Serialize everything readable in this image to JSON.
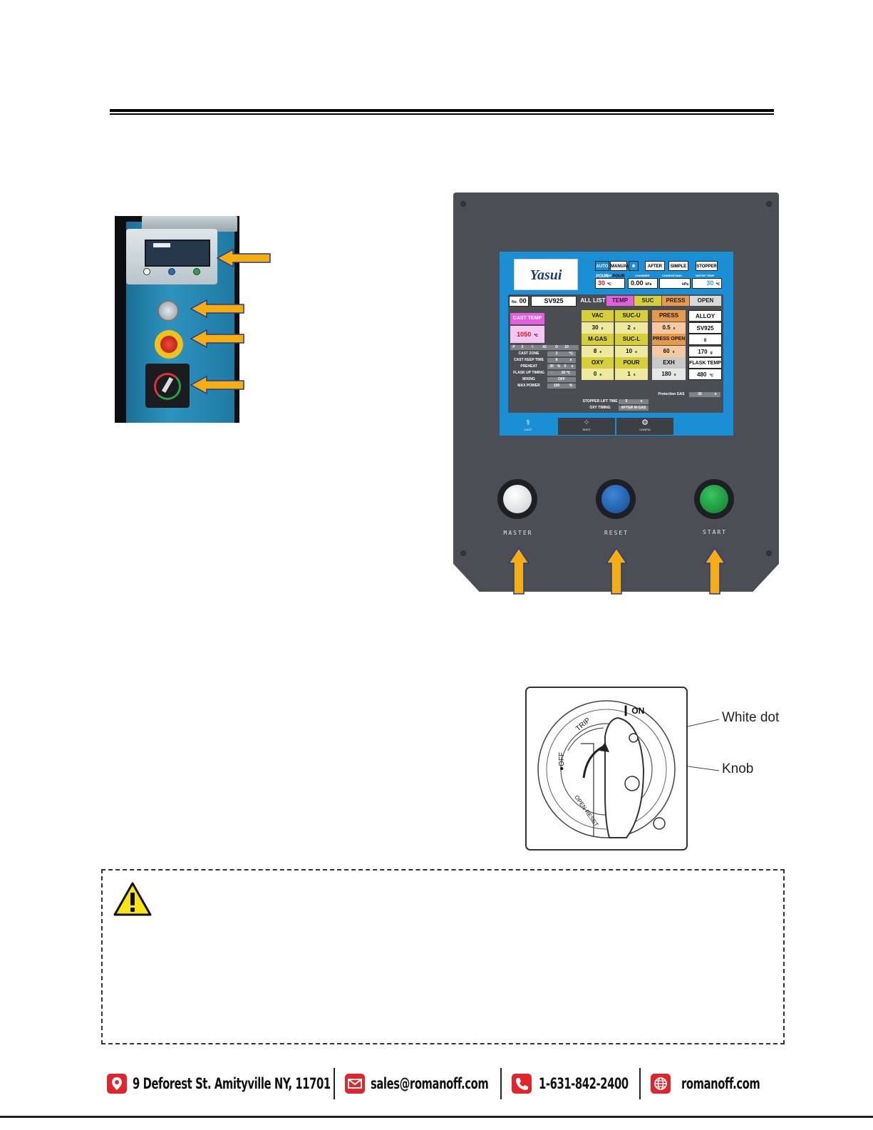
{
  "screen": {
    "logo": "Yasui",
    "top_buttons": [
      "AUTO POUR",
      "MANUAL POUR",
      "AFTER",
      "SIMPLE",
      "STOPPER"
    ],
    "readings": [
      {
        "label": "TEMP",
        "value": "30",
        "unit": "℃"
      },
      {
        "label": "CHAMBER",
        "value": "0.00",
        "unit": "kPa"
      },
      {
        "label": "CHARGETANK",
        "value": "",
        "unit": "kPa"
      },
      {
        "label": "WATER TEMP",
        "value": "30",
        "unit": "℃"
      }
    ],
    "program_no_label": "No.",
    "program_no": "00",
    "program_name": "SV925",
    "tabs": [
      "ALL LIST",
      "TEMP",
      "SUC",
      "PRESS",
      "OPEN"
    ],
    "cast_temp_label": "CAST TEMP",
    "cast_temp_value": "1050",
    "cast_temp_unit": "℃",
    "pid": [
      "P",
      "2",
      "I",
      "43",
      "D",
      "10"
    ],
    "settings": [
      {
        "label": "CAST ZONE",
        "value": "3",
        "unit": "℃"
      },
      {
        "label": "CAST KEEP TIME",
        "value": "8",
        "unit": "s"
      },
      {
        "label": "PREHEAT",
        "value": "30",
        "unit": "%"
      },
      {
        "label": "FLASK UP TIMING",
        "value": "-",
        "unit": "20 ℃"
      },
      {
        "label": "MIXING",
        "value": "OFF",
        "unit": ""
      },
      {
        "label": "MAX POWER",
        "value": "100",
        "unit": "%"
      }
    ],
    "preheat_extra": [
      "5",
      "s"
    ],
    "suc_grid": [
      {
        "label": "VAC",
        "value": "30",
        "unit": "s"
      },
      {
        "label": "SUC-U",
        "value": "2",
        "unit": "s"
      },
      {
        "label": "M-GAS",
        "value": "8",
        "unit": "s"
      },
      {
        "label": "SUC-L",
        "value": "10",
        "unit": "s"
      },
      {
        "label": "OXY",
        "value": "0",
        "unit": "s"
      },
      {
        "label": "POUR",
        "value": "1",
        "unit": "s"
      }
    ],
    "press_grid": [
      {
        "label": "PRESS",
        "value": "0.5",
        "unit": "s"
      },
      {
        "label": "PRESS OPEN",
        "value": "60",
        "unit": "s"
      },
      {
        "label": "EXH",
        "value": "180",
        "unit": "s"
      }
    ],
    "open_grid": [
      {
        "label": "ALLOY",
        "value": "SV925",
        "unit": ""
      },
      {
        "label": "g",
        "value": "170",
        "unit": "g"
      },
      {
        "label": "FLASK TEMP",
        "value": "480",
        "unit": "℃"
      }
    ],
    "protection_gas": {
      "label": "Protection GAS",
      "value": "30",
      "unit": "s"
    },
    "stopper_lift": {
      "label": "STOPPER LIFT TIME",
      "value": "5",
      "unit": "s"
    },
    "oxy_timing": {
      "label": "OXY TIMING",
      "value": "AFTER M-GAS"
    },
    "bottom_tabs": [
      "CAST",
      "SHOT",
      "CONFIG"
    ]
  },
  "panel_buttons": [
    {
      "label": "MASTER",
      "color": "#e9ecee"
    },
    {
      "label": "RESET",
      "color": "#1a5fb4"
    },
    {
      "label": "START",
      "color": "#1f9e3f"
    }
  ],
  "diagram": {
    "ring_on": "ON",
    "ring_trip": "TRIP",
    "ring_off": "OFF",
    "ring_reset": "OPEN RESET",
    "label_white_dot": "White dot",
    "label_knob": "Knob"
  },
  "footer": {
    "address": "9 Deforest St. Amityville NY, 11701",
    "email": "sales@romanoff.com",
    "phone": "1-631-842-2400",
    "website": "romanoff.com"
  },
  "colors": {
    "arrow": "#f5ad0f",
    "panel": "#4b4f55",
    "screen_blue": "#1a8fd6",
    "footer_icon_red": "#e0262b",
    "caution_yellow": "#f7e514"
  }
}
